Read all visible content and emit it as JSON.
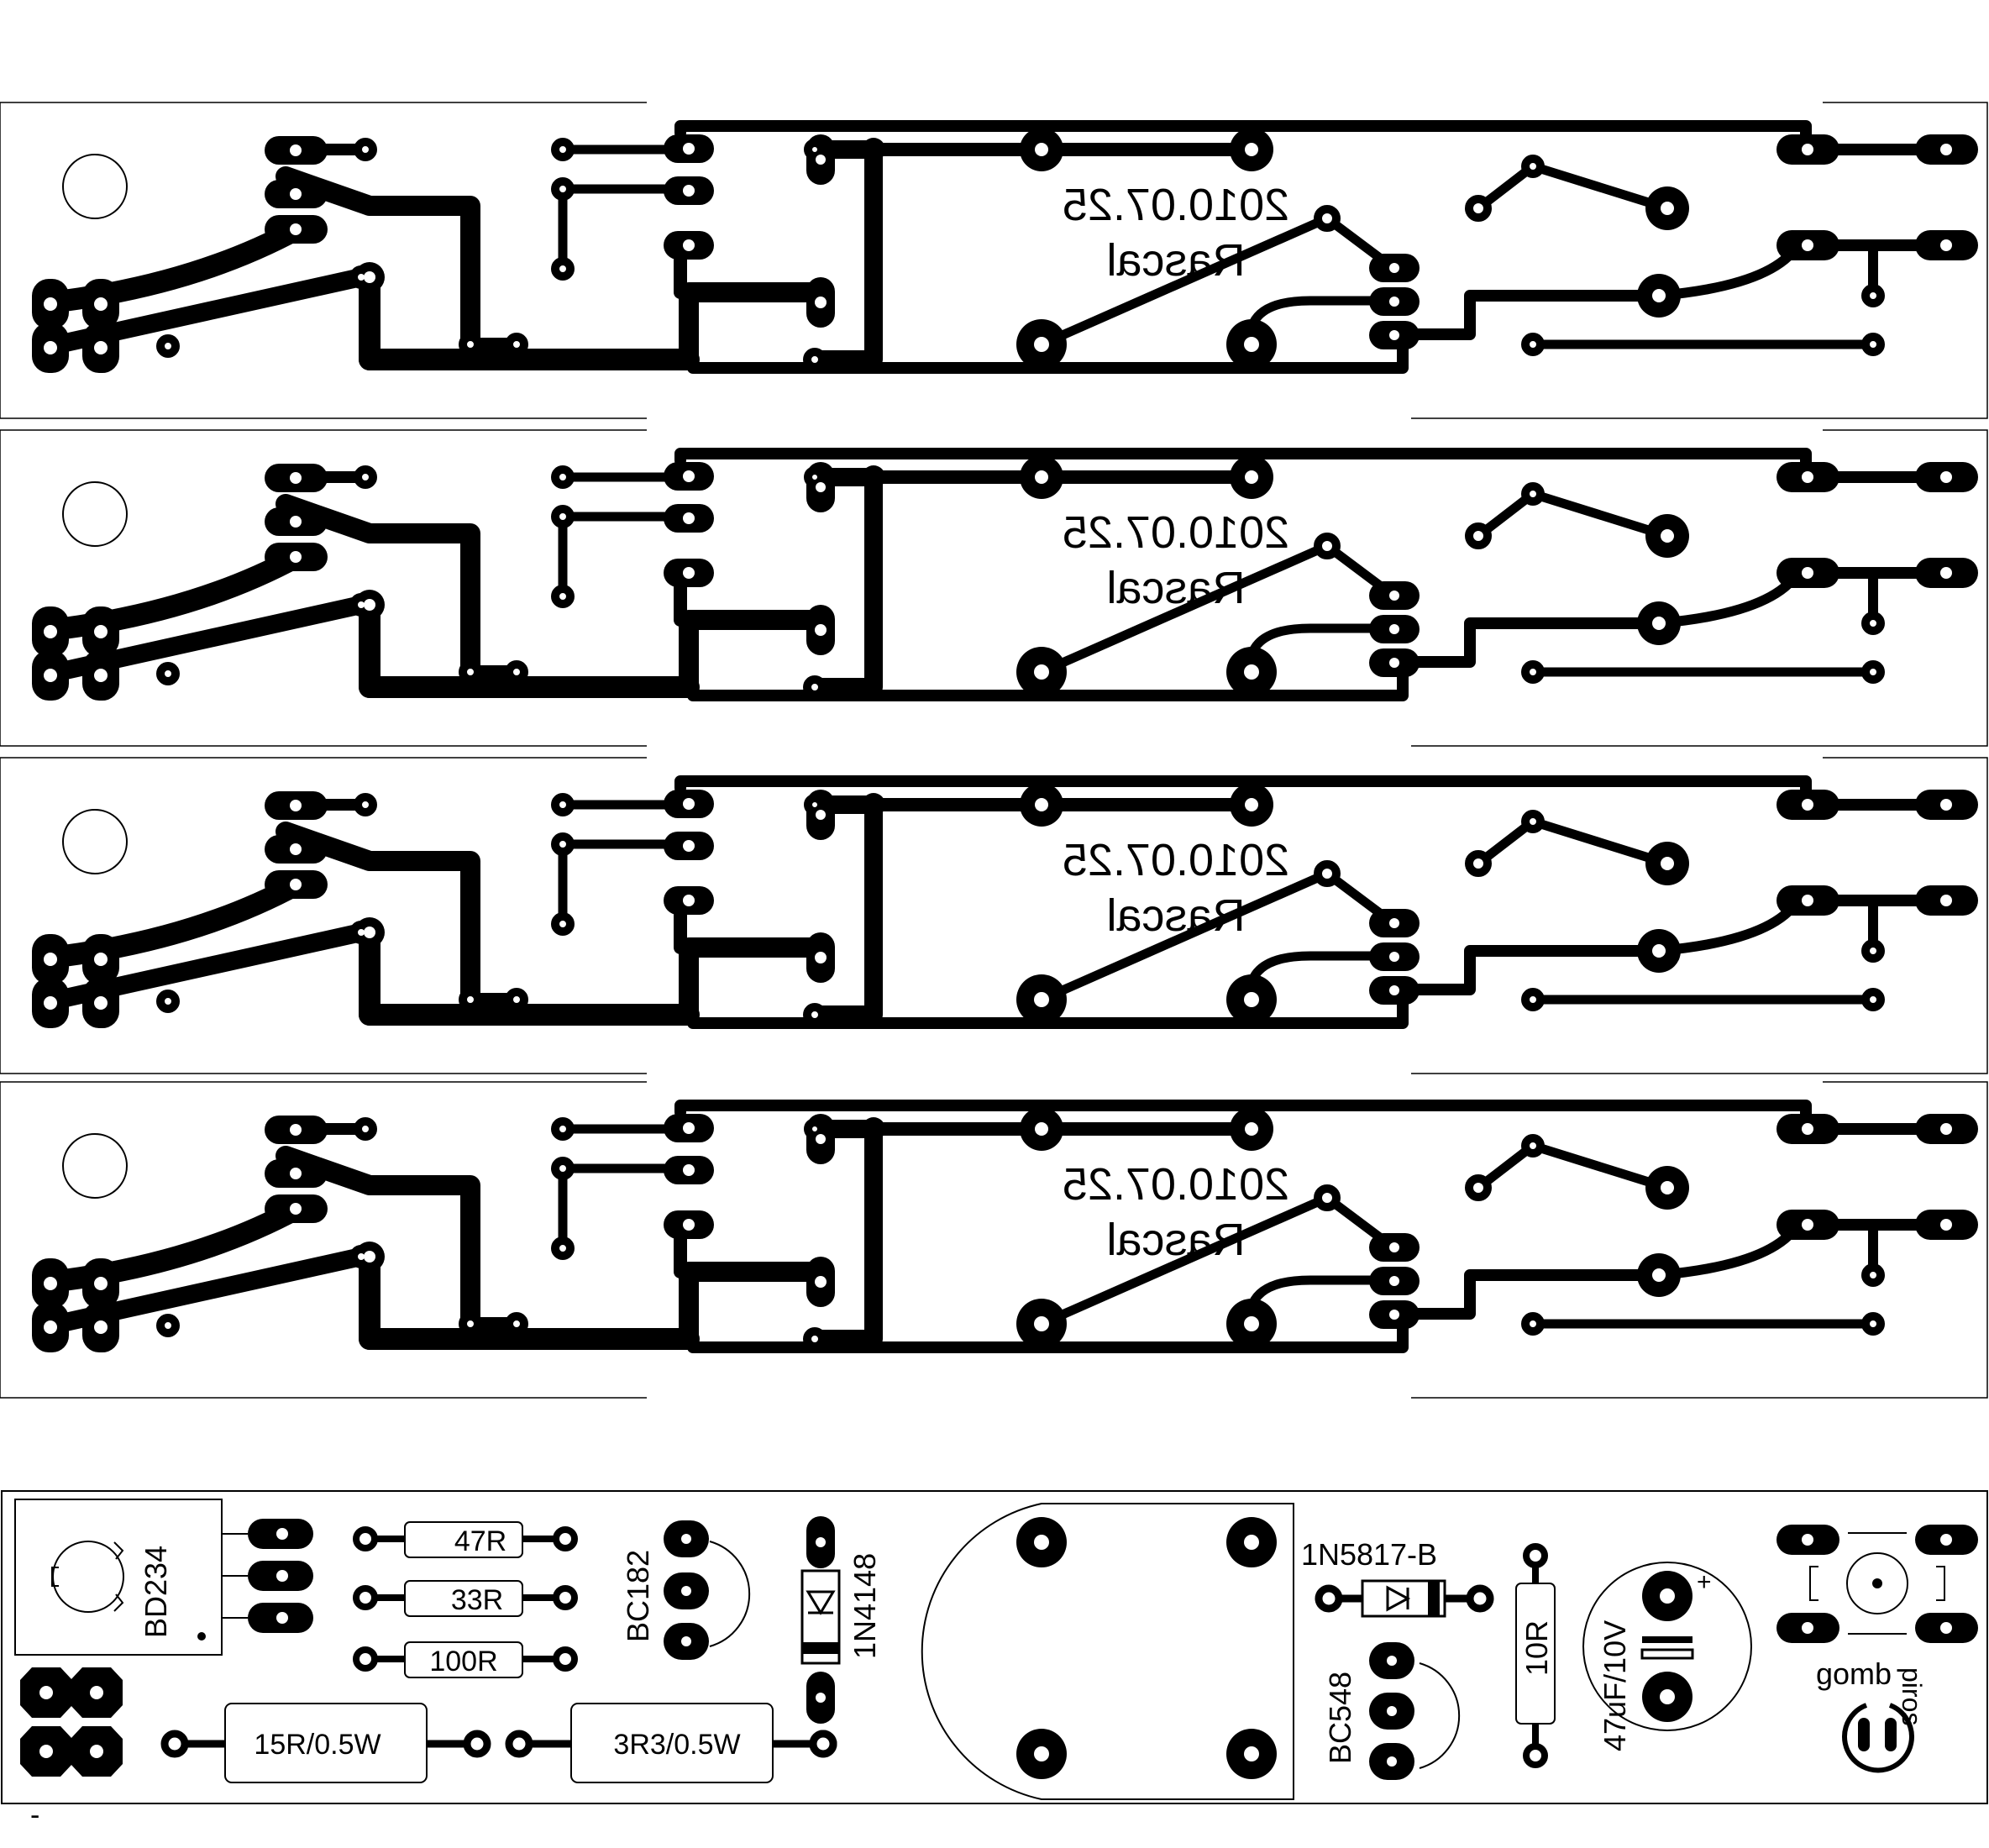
{
  "strips": {
    "count": 4,
    "date_text": "2010.07.25",
    "author_text": "Rascal"
  },
  "components": {
    "transistor_bd234": "BD234",
    "transistor_bc182": "BC182",
    "transistor_bc548": "BC548",
    "resistor_47r": "47R",
    "resistor_33r": "33R",
    "resistor_100r": "100R",
    "resistor_15r": "15R/0.5W",
    "resistor_3r3": "3R3/0.5W",
    "resistor_10r": "10R",
    "diode_1n4148": "1N4148",
    "diode_1n5817": "1N5817-B",
    "capacitor_47uf": "47uF/10V",
    "capacitor_plus": "+",
    "button_label": "gomb",
    "led_label": "piros",
    "dash_mark": "-"
  },
  "colors": {
    "copper": "#000000",
    "board": "#ffffff",
    "outline": "#000000"
  }
}
